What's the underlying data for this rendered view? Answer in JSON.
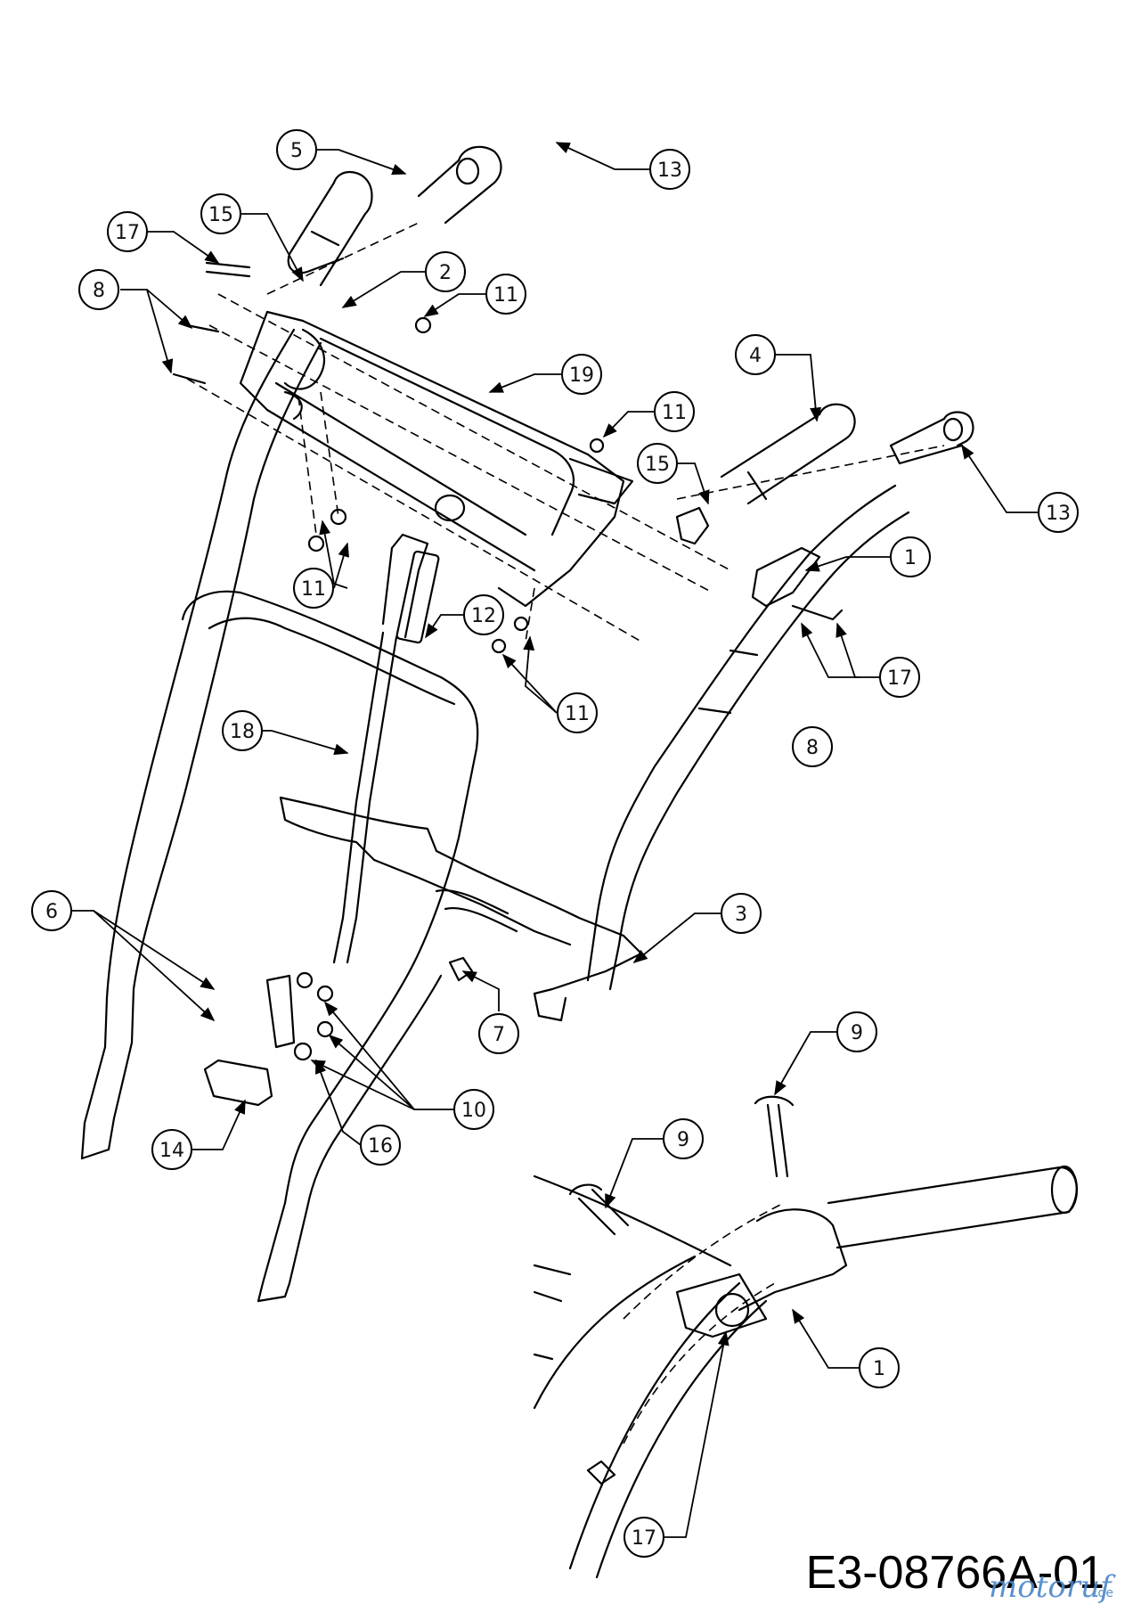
{
  "drawing_code": "E3-08766A-01",
  "watermark": {
    "text": "motoruf",
    "suffix": ".de",
    "color": "#4a86c8"
  },
  "callouts": [
    {
      "label": "5"
    },
    {
      "label": "13"
    },
    {
      "label": "15"
    },
    {
      "label": "17"
    },
    {
      "label": "2"
    },
    {
      "label": "11"
    },
    {
      "label": "8"
    },
    {
      "label": "19"
    },
    {
      "label": "4"
    },
    {
      "label": "11"
    },
    {
      "label": "15"
    },
    {
      "label": "13"
    },
    {
      "label": "1"
    },
    {
      "label": "11"
    },
    {
      "label": "12"
    },
    {
      "label": "11"
    },
    {
      "label": "17"
    },
    {
      "label": "8"
    },
    {
      "label": "18"
    },
    {
      "label": "3"
    },
    {
      "label": "6"
    },
    {
      "label": "7"
    },
    {
      "label": "9"
    },
    {
      "label": "10"
    },
    {
      "label": "9"
    },
    {
      "label": "14"
    },
    {
      "label": "16"
    },
    {
      "label": "1"
    },
    {
      "label": "17"
    }
  ]
}
